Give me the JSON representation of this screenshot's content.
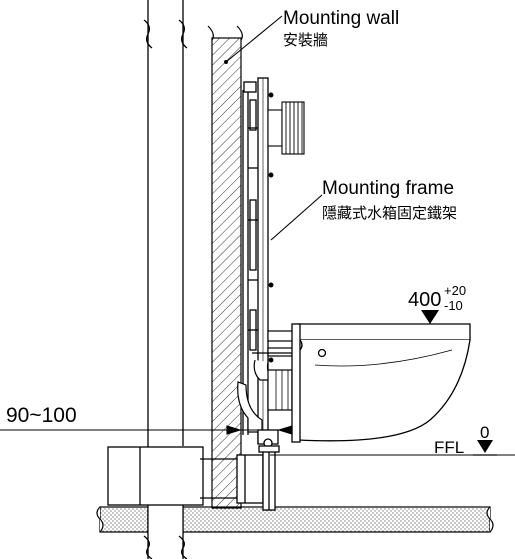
{
  "labels": {
    "mounting_wall_en": "Mounting wall",
    "mounting_wall_zh": "安裝牆",
    "mounting_frame_en": "Mounting frame",
    "mounting_frame_zh": "隱藏式水箱固定鐵架",
    "height_main": "400",
    "height_tol_plus": "+20",
    "height_tol_minus": "-10",
    "offset_dimension": "90~100",
    "ffl": "FFL",
    "ffl_value": "0"
  }
}
